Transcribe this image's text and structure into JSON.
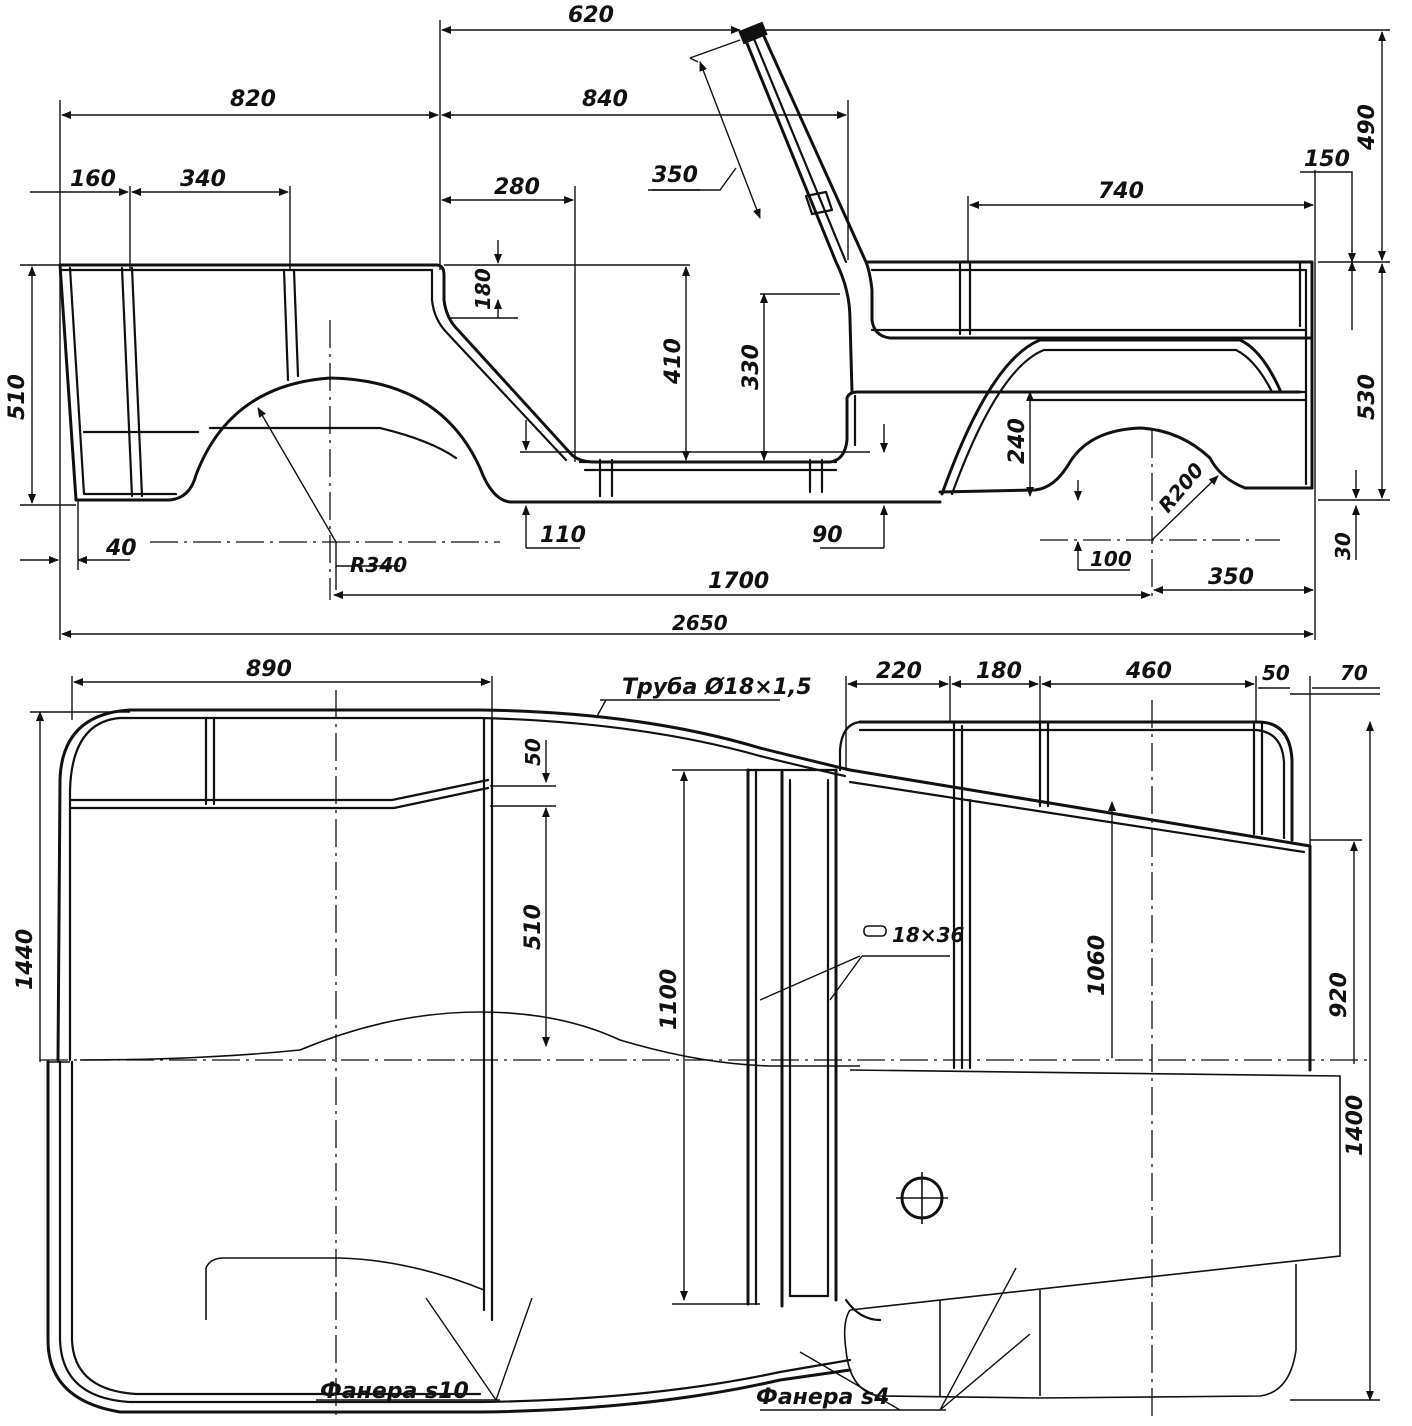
{
  "side_view": {
    "dimensions": {
      "d620": "620",
      "d820": "820",
      "d840": "840",
      "d160": "160",
      "d340": "340",
      "d280": "280",
      "d350": "350",
      "d150": "150",
      "d740": "740",
      "d490": "490",
      "d510": "510",
      "d180": "180",
      "d410": "410",
      "d330": "330",
      "d240": "240",
      "d530": "530",
      "d40": "40",
      "d110": "110",
      "d90": "90",
      "d100": "100",
      "d30": "30",
      "r340": "R340",
      "r200": "R200",
      "d1700": "1700",
      "d350b": "350",
      "d2650": "2650"
    }
  },
  "top_view": {
    "dimensions": {
      "d890": "890",
      "d220": "220",
      "d180": "180",
      "d460": "460",
      "d50": "50",
      "d70": "70",
      "d1440": "1440",
      "d50b": "50",
      "d510": "510",
      "d1100": "1100",
      "d1060": "1060",
      "d920": "920",
      "d1400": "1400"
    },
    "callouts": {
      "tube": "Труба Ø18×1,5",
      "slot": "18×36",
      "plywood_10": "Фанера s10",
      "plywood_4": "Фанера s4"
    }
  }
}
